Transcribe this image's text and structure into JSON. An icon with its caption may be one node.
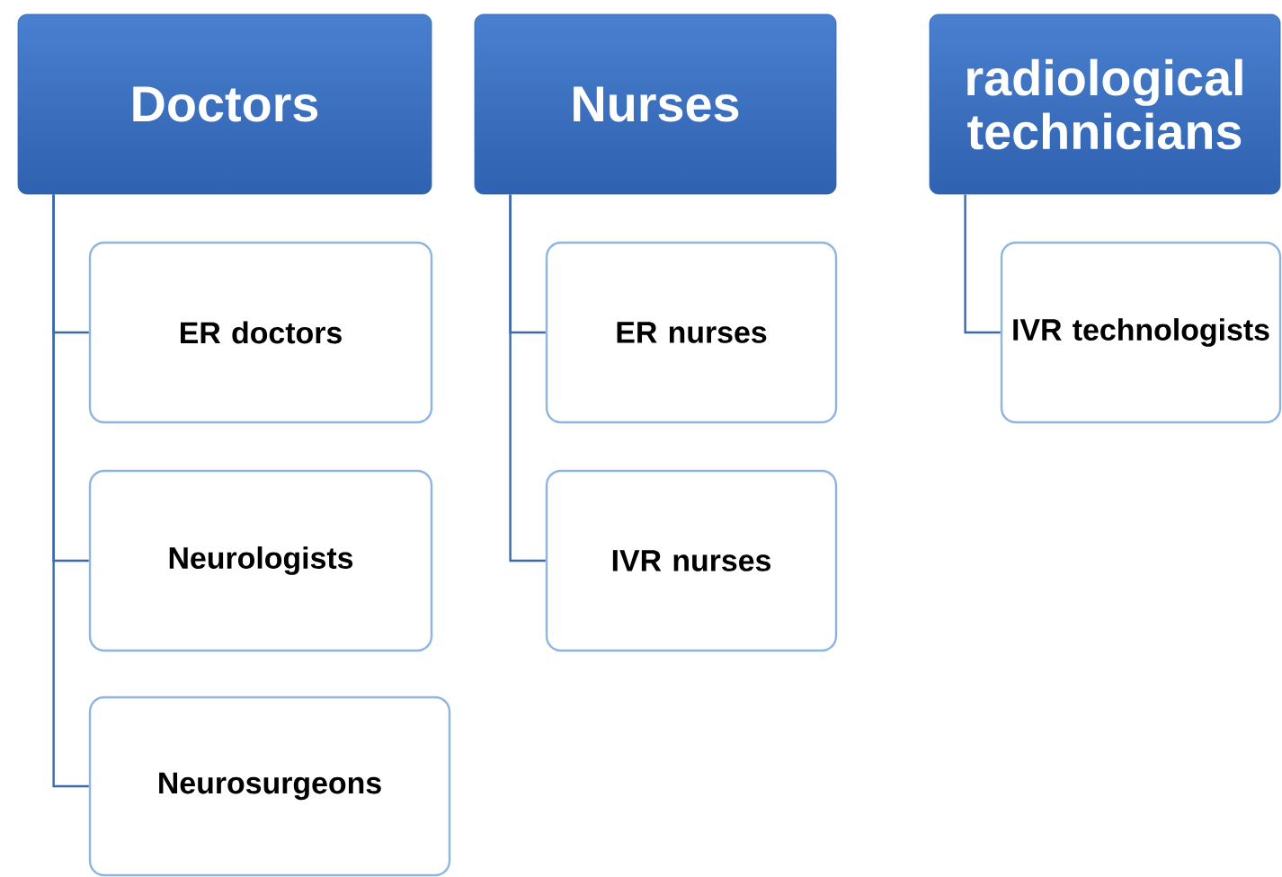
{
  "diagram": {
    "nodes": [
      {
        "text": [
          "Doctors"
        ]
      },
      {
        "text": [
          "ER doctors"
        ]
      },
      {
        "text": [
          "Neurologists"
        ]
      },
      {
        "text": [
          "Neurosurgeons"
        ]
      },
      {
        "text": [
          "Nurses"
        ]
      },
      {
        "text": [
          "ER nurses"
        ]
      },
      {
        "text": [
          "IVR nurses"
        ]
      },
      {
        "text": [
          "radiological technicians"
        ]
      },
      {
        "text": [
          "IVR technologists"
        ]
      }
    ],
    "edges": [
      {
        "from": 0,
        "to": 1,
        "arrow": "none"
      },
      {
        "from": 0,
        "to": 2,
        "arrow": "none"
      },
      {
        "from": 0,
        "to": 3,
        "arrow": "none"
      },
      {
        "from": 4,
        "to": 5,
        "arrow": "none"
      },
      {
        "from": 4,
        "to": 6,
        "arrow": "none"
      },
      {
        "from": 7,
        "to": 8,
        "arrow": "none"
      }
    ]
  }
}
